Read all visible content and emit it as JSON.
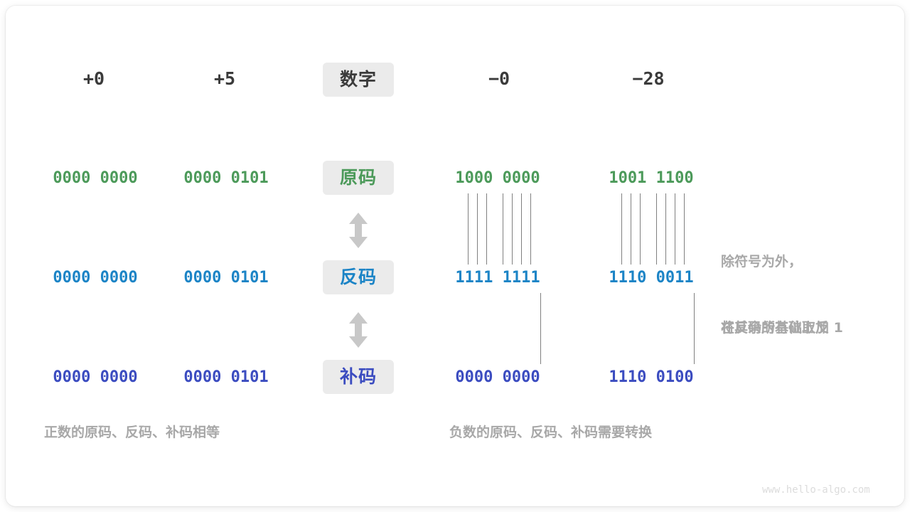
{
  "figure": {
    "watermark": "www.hello-algo.com",
    "colors": {
      "sign_magnitude": "#4c9a5a",
      "ones_complement": "#1c84c6",
      "twos_complement": "#3b4cc0",
      "header": "#3b3b3b",
      "chip_background": "#ebebeb",
      "note": "#a8a8a8",
      "tick_line": "#808080",
      "arrow": "#c8c8c8",
      "watermark": "#dcdcdc"
    }
  },
  "header": {
    "row_label": "数字",
    "columns": [
      {
        "name": "plus-zero",
        "value": "+0"
      },
      {
        "name": "plus-five",
        "value": "+5"
      },
      {
        "name": "minus-zero",
        "value": "−0"
      },
      {
        "name": "minus-twentyeight",
        "value": "−28"
      }
    ]
  },
  "rows": [
    {
      "key": "sign-magnitude",
      "label": "原码",
      "color_class": "green",
      "cells": [
        "0000 0000",
        "0000 0101",
        "1000 0000",
        "1001 1100"
      ]
    },
    {
      "key": "ones-complement",
      "label": "反码",
      "color_class": "cyan",
      "cells": [
        "0000 0000",
        "0000 0101",
        "1111 1111",
        "1110 0011"
      ]
    },
    {
      "key": "twos-complement",
      "label": "补码",
      "color_class": "blue",
      "cells": [
        "0000 0000",
        "0000 0101",
        "0000 0000",
        "1110 0100"
      ]
    }
  ],
  "notes": {
    "invert_line1": "除符号为外，",
    "invert_line2": "将其余所有位取反",
    "add_one": "在反码的基础上加 1"
  },
  "captions": {
    "positive": "正数的原码、反码、补码相等",
    "negative": "负数的原码、反码、补码需要转换"
  }
}
